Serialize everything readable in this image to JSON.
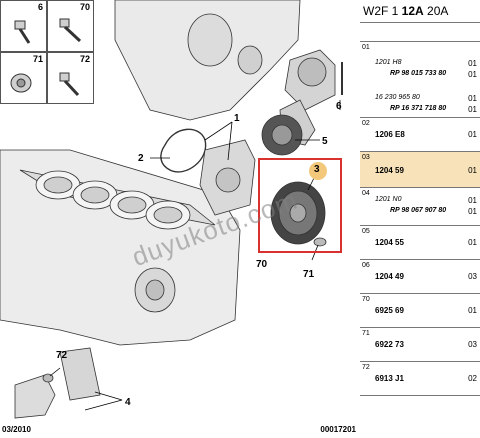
{
  "header": {
    "part1": "W2F 1 ",
    "part2": "12A",
    "part3": " 20A"
  },
  "thumbnails": [
    {
      "num": "6"
    },
    {
      "num": "70"
    },
    {
      "num": "71"
    },
    {
      "num": "72"
    }
  ],
  "callouts": {
    "c1": "1",
    "c2": "2",
    "c3": "3",
    "c4": "4",
    "c5": "5",
    "c6": "6",
    "c70": "70",
    "c71": "71",
    "c72": "72"
  },
  "footer": {
    "left": "03/2010",
    "right": "00017201"
  },
  "watermark": "duyukoto.com",
  "rows": [
    {
      "pos": "01",
      "lines": [
        {
          "sub": "1201 H8",
          "qty": "01"
        },
        {
          "subref": "RP 98 015 733 80",
          "qty": "01"
        },
        {
          "sub": "16 230 965 80",
          "qty": "01"
        },
        {
          "subref": "RP 16 371 718 80",
          "qty": "01"
        }
      ]
    },
    {
      "pos": "02",
      "ref": "1206 E8",
      "qty": "01"
    },
    {
      "pos": "03",
      "ref": "1204 59",
      "qty": "01",
      "selected": true
    },
    {
      "pos": "04",
      "lines": [
        {
          "sub": "1201 N0",
          "qty": "01"
        },
        {
          "subref": "RP 98 067 907 80",
          "qty": "01"
        }
      ]
    },
    {
      "pos": "05",
      "ref": "1204 55",
      "qty": "01"
    },
    {
      "pos": "06",
      "ref": "1204 49",
      "qty": "03"
    },
    {
      "pos": "70",
      "ref": "6925 69",
      "qty": "01"
    },
    {
      "pos": "71",
      "ref": "6922 73",
      "qty": "03"
    },
    {
      "pos": "72",
      "ref": "6913 J1",
      "qty": "02"
    }
  ]
}
